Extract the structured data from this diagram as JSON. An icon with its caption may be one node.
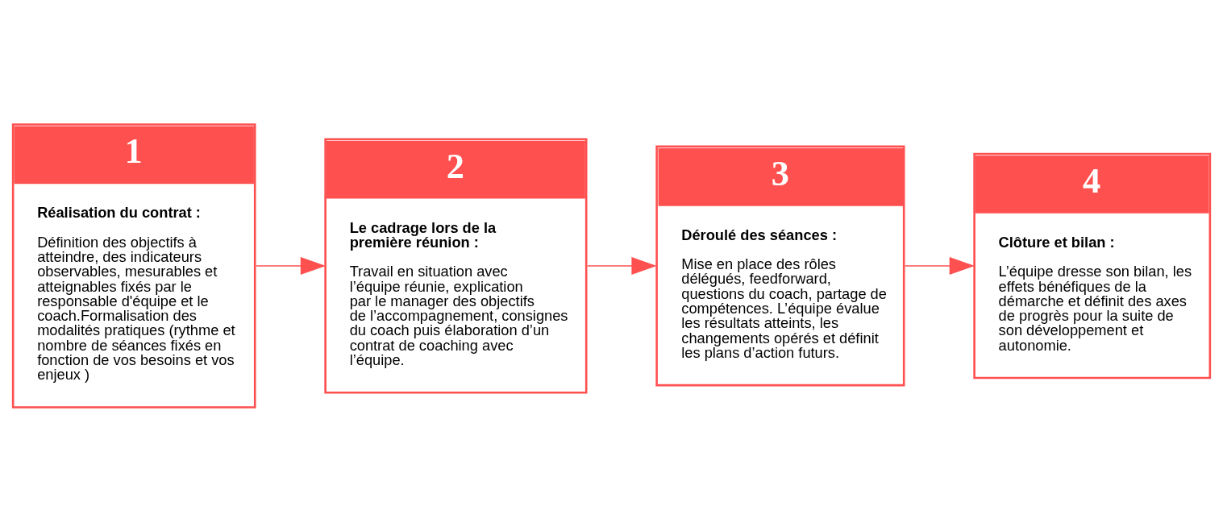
{
  "diagram": {
    "nodes": [
      {
        "text": [
          "1",
          "Réalisation du contrat :",
          "Définition des objectifs à atteindre, des indicateurs observables, mesurables et atteignables fixés par le responsable d'équipe et le coach.Formalisation des modalités pratiques (rythme et nombre de séances fixés en fonction de vos besoins et vos enjeux )"
        ]
      },
      {
        "text": [
          "2",
          "Le cadrage lors de la première réunion :",
          "Travail en situation avec l’équipe réunie, explication par le manager des objectifs de l’accompagnement, consignes du coach puis élaboration d’un contrat de coaching avec l’équipe."
        ]
      },
      {
        "text": [
          "3",
          "Déroulé des séances :",
          "Mise en place des rôles délégués, feedforward, questions du coach, partage de compétences. L’équipe évalue les résultats atteints, les changements opérés et définit les plans d’action futurs."
        ]
      },
      {
        "text": [
          "4",
          "Clôture et bilan :",
          "L’équipe dresse son bilan, les effets bénéfiques de la démarche et définit des axes de progrès pour la suite de son développement et autonomie."
        ]
      }
    ],
    "edges": [
      {
        "from": 0,
        "to": 1,
        "arrow": "to"
      },
      {
        "from": 1,
        "to": 2,
        "arrow": "to"
      },
      {
        "from": 2,
        "to": 3,
        "arrow": "to"
      }
    ]
  }
}
